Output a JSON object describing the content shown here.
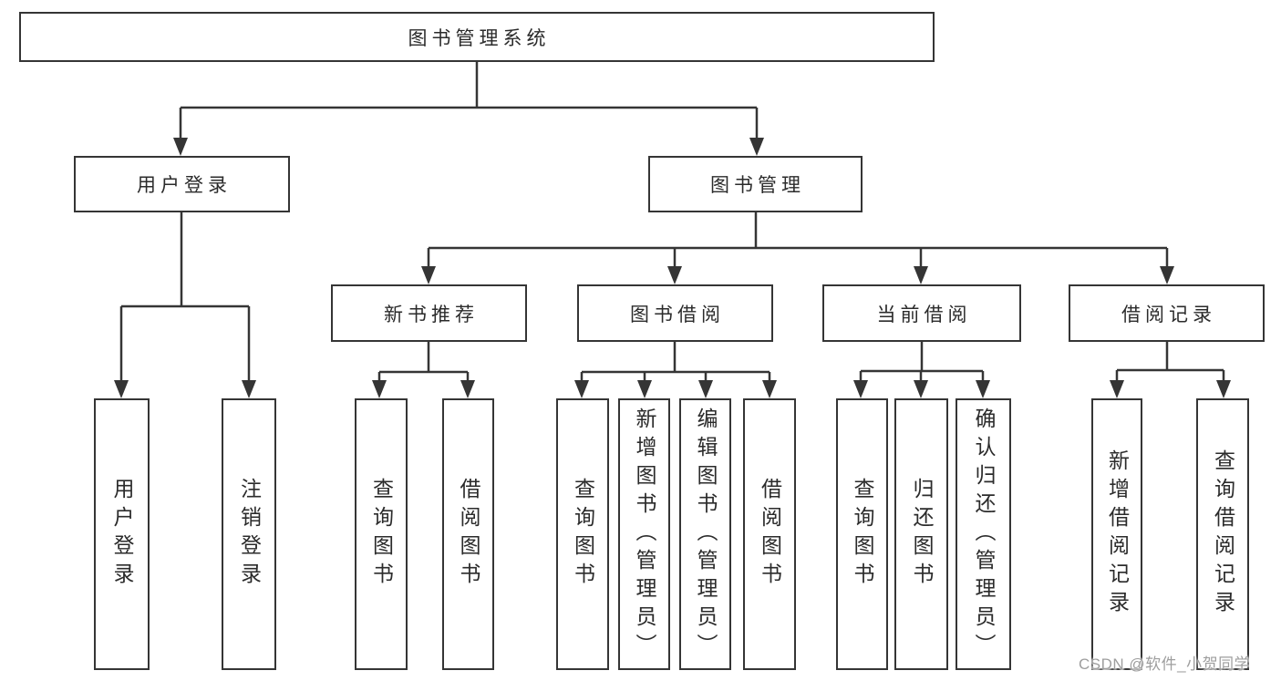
{
  "diagram": {
    "root": {
      "label": "图书管理系统"
    },
    "branches": [
      {
        "label": "用户登录",
        "children": [
          {
            "label": "用户登录"
          },
          {
            "label": "注销登录"
          }
        ]
      },
      {
        "label": "图书管理",
        "children": [
          {
            "label": "新书推荐",
            "children": [
              {
                "label": "查询图书"
              },
              {
                "label": "借阅图书"
              }
            ]
          },
          {
            "label": "图书借阅",
            "children": [
              {
                "label": "查询图书"
              },
              {
                "label": "新增图书（管理员）"
              },
              {
                "label": "编辑图书（管理员）"
              },
              {
                "label": "借阅图书"
              }
            ]
          },
          {
            "label": "当前借阅",
            "children": [
              {
                "label": "查询图书"
              },
              {
                "label": "归还图书"
              },
              {
                "label": "确认归还（管理员）"
              }
            ]
          },
          {
            "label": "借阅记录",
            "children": [
              {
                "label": "新增借阅记录"
              },
              {
                "label": "查询借阅记录"
              }
            ]
          }
        ]
      }
    ]
  },
  "watermark": {
    "text": "CSDN @软件_小贺同学"
  },
  "colors": {
    "line": "#353535",
    "box_border": "#353535",
    "text": "#2b2b2b",
    "watermark": "#9e9e9e",
    "background": "#ffffff"
  }
}
